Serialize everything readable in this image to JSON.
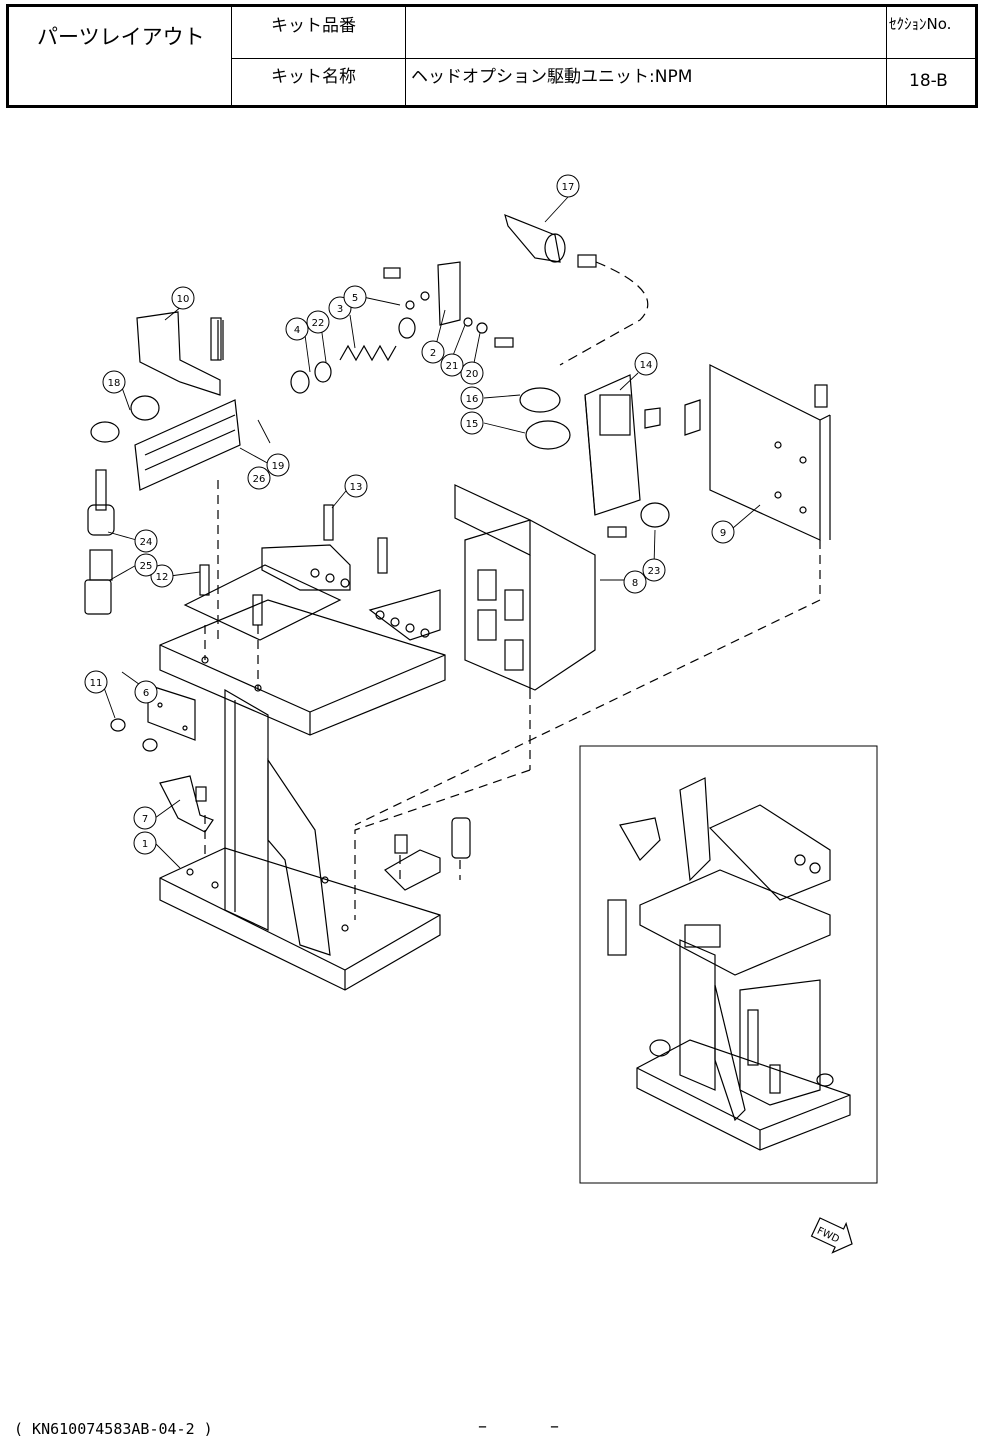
{
  "header": {
    "title": "パーツレイアウト",
    "kit_number_label": "キット品番",
    "kit_number_value": "",
    "kit_name_label": "キット名称",
    "kit_name_value": "ヘッドオプション駆動ユニット:NPM",
    "section_label": "ｾｸｼｮﾝNo.",
    "section_value": "18-B"
  },
  "callouts": [
    "1",
    "2",
    "3",
    "4",
    "5",
    "6",
    "7",
    "8",
    "9",
    "10",
    "11",
    "12",
    "13",
    "14",
    "15",
    "16",
    "17",
    "18",
    "19",
    "20",
    "21",
    "22",
    "23",
    "24",
    "25",
    "26"
  ],
  "fwd_label": "FWD",
  "footer": {
    "code": "( KN610074583AB-04-2 )",
    "dash1": "–",
    "dash2": "–"
  }
}
